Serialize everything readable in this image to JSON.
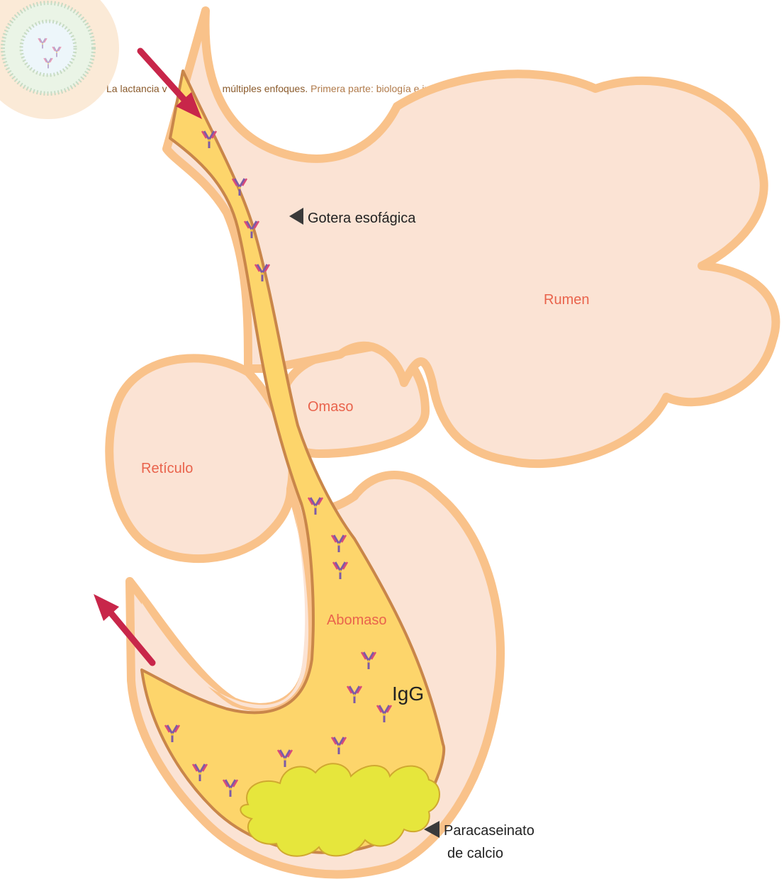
{
  "header": {
    "text_a": "La lactancia v",
    "text_b": "múltiples enfoques.",
    "text_c": "Primera parte: biología e inmunología"
  },
  "labels": {
    "gotera": "Gotera esofágica",
    "rumen": "Rumen",
    "omaso": "Omaso",
    "reticulo": "Retículo",
    "abomaso": "Abomaso",
    "igg": "IgG",
    "paracaseinato_line1": "Paracaseinato",
    "paracaseinato_line2": "de calcio"
  },
  "colors": {
    "organ_fill": "#fbe3d4",
    "organ_stroke": "#f9c28a",
    "groove_fill": "#fdd56b",
    "groove_stroke": "#c9864a",
    "clot_fill": "#e6e63c",
    "clot_stroke": "#d0a830",
    "arrow": "#c8264a",
    "label_organ": "#e9634c",
    "antibody_heavy": "#7d5aa6",
    "antibody_light": "#d94a7a"
  },
  "icons": [
    "micelle-logo-icon",
    "antibody-icon",
    "inflow-arrow-icon",
    "outflow-arrow-icon",
    "pointer-triangle-icon"
  ]
}
